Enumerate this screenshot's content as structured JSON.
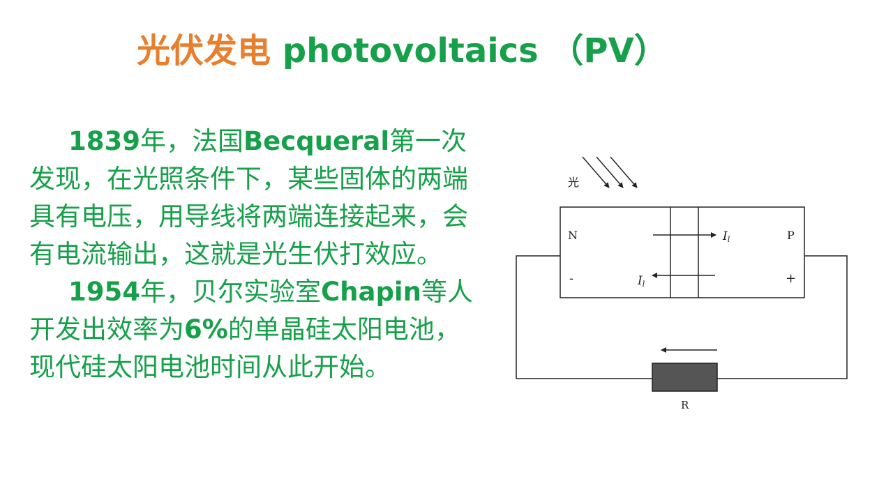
{
  "title": {
    "cn": "光伏发电",
    "en": " photovoltaics （PV）"
  },
  "paragraphs": [
    {
      "p1": "1839",
      "p2": "年，法国",
      "p3": "Becqueral",
      "p4": "第一次发现，在光照条件下，某些固体的两端具有电压，用导线将两端连接起来，会有电流输出，这就是光生伏打效应。"
    },
    {
      "p1": "1954",
      "p2": "年，贝尔实验室",
      "p3": "Chapin",
      "p4": "等人开发出效率为",
      "p5": "6%",
      "p6": "的单晶硅太阳电池，现代硅太阳电池时间从此开始。"
    }
  ],
  "diagram": {
    "light_label": "光",
    "n_label": "N",
    "p_label": "P",
    "minus_label": "-",
    "plus_label": "+",
    "current_label_top": "I",
    "current_sub_top": "l",
    "current_label_bottom": "I",
    "current_sub_bottom": "l",
    "resistor_label": "R"
  },
  "colors": {
    "title_cn": "#E87F2E",
    "green": "#17A04A",
    "resistor_fill": "#555555"
  }
}
